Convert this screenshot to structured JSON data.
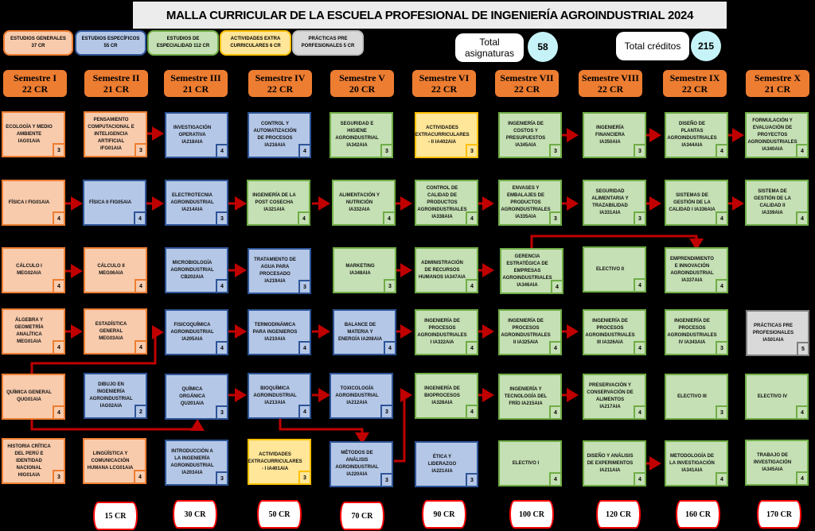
{
  "title": "MALLA CURRICULAR DE LA ESCUELA PROFESIONAL DE INGENIERÍA AGROINDUSTRIAL  2024",
  "legend": [
    {
      "label": "ESTUDIOS GENERALES 37 CR",
      "category": "gen",
      "color": "#f8cbad"
    },
    {
      "label": "ESTUDIOS ESPECÍFICOS 55 CR",
      "category": "esp",
      "color": "#b4c7e7"
    },
    {
      "label": "ESTUDIOS DE ESPECIALIDAD 112 CR",
      "category": "spc",
      "color": "#c5e0b4"
    },
    {
      "label": "ACTIVIDADES EXTRA CURRICULARES 6 CR",
      "category": "ext",
      "color": "#ffe699"
    },
    {
      "label": "PRÁCTICAS PRE PORFESIONALES 5 CR",
      "category": "pra",
      "color": "#d9d9d9"
    }
  ],
  "totals": {
    "subjects_label": "Total asignaturas",
    "subjects_value": "58",
    "credits_label": "Total créditos",
    "credits_value": "215"
  },
  "semesters": [
    {
      "name": "Semestre I",
      "credits": "22 CR"
    },
    {
      "name": "Semestre II",
      "credits": "21 CR"
    },
    {
      "name": "Semestre III",
      "credits": "21 CR"
    },
    {
      "name": "Semestre IV",
      "credits": "22 CR"
    },
    {
      "name": "Semestre V",
      "credits": "20 CR"
    },
    {
      "name": "Semestre VI",
      "credits": "22 CR"
    },
    {
      "name": "Semestre VII",
      "credits": "22 CR"
    },
    {
      "name": "Semestre VIII",
      "credits": "22 CR"
    },
    {
      "name": "Semestre IX",
      "credits": "22 CR"
    },
    {
      "name": "Semestre X",
      "credits": "21 CR"
    }
  ],
  "courses": [
    [
      {
        "name": "Ecología y Medio Ambiente IAG01AIA",
        "cr": "3",
        "cat": "gen"
      },
      {
        "name": "Física I FIG01AIA",
        "cr": "4",
        "cat": "gen"
      },
      {
        "name": "Cálculo I MEG02AIA",
        "cr": "4",
        "cat": "gen"
      },
      {
        "name": "Álgebra y Geometría Analítica MEG01AIA",
        "cr": "4",
        "cat": "gen"
      },
      {
        "name": "Química General QUG01AIA",
        "cr": "4",
        "cat": "gen"
      },
      {
        "name": "Historia Crítica del Perú e Identidad Nacional HIG01AIA",
        "cr": "3",
        "cat": "gen"
      }
    ],
    [
      {
        "name": "Pensamiento Computacional e Inteligencia Artificial IFG01AIA",
        "cr": "3",
        "cat": "gen"
      },
      {
        "name": "Física II FIG05AIA",
        "cr": "4",
        "cat": "esp"
      },
      {
        "name": "Cálculo II MEG06AIA",
        "cr": "4",
        "cat": "gen"
      },
      {
        "name": "Estadística General MEG03AIA",
        "cr": "4",
        "cat": "gen"
      },
      {
        "name": "Dibujo en Ingeniería Agroindustrial IAG02AIA",
        "cr": "2",
        "cat": "esp"
      },
      {
        "name": "Lingüística y Comunicación Humana LCG01AIA",
        "cr": "4",
        "cat": "gen"
      }
    ],
    [
      {
        "name": "Investigación Operativa IA218AIA",
        "cr": "4",
        "cat": "esp"
      },
      {
        "name": "Electrotecnia Agroindustrial IA214AIA",
        "cr": "3",
        "cat": "esp"
      },
      {
        "name": "Microbiología Agroindustrial CB202AIA",
        "cr": "4",
        "cat": "esp"
      },
      {
        "name": "Fisicoquímica Agroindustrial IA205AIA",
        "cr": "4",
        "cat": "esp"
      },
      {
        "name": "Química Orgánica QU201AIA",
        "cr": "3",
        "cat": "esp"
      },
      {
        "name": "Introducción a la Ingeniería Agroindustrial IA203AIA",
        "cr": "3",
        "cat": "esp"
      }
    ],
    [
      {
        "name": "Control y Automatización de Procesos IA216AIA",
        "cr": "4",
        "cat": "esp"
      },
      {
        "name": "Ingeniería de la Post Cosecha IA321AIA",
        "cr": "4",
        "cat": "spc"
      },
      {
        "name": "Tratamiento de Agua para Procesado IA219AIA",
        "cr": "3",
        "cat": "esp"
      },
      {
        "name": "Termodinámica para Ingenieros IA210AIA",
        "cr": "4",
        "cat": "esp"
      },
      {
        "name": "Bioquímica Agroindustrial IA213AIA",
        "cr": "4",
        "cat": "esp"
      },
      {
        "name": "Actividades Extracurriculares - I IA401AIA",
        "cr": "3",
        "cat": "ext"
      }
    ],
    [
      {
        "name": "Seguridad e Higiene Agroindustrial IA342AIA",
        "cr": "3",
        "cat": "spc"
      },
      {
        "name": "Alimentación y Nutrición IA332AIA",
        "cr": "4",
        "cat": "spc"
      },
      {
        "name": "Marketing IA348AIA",
        "cr": "3",
        "cat": "spc"
      },
      {
        "name": "Balance de Materia y Energía IA208AIA",
        "cr": "4",
        "cat": "esp"
      },
      {
        "name": "Toxicología Agroindustrial IA212AIA",
        "cr": "3",
        "cat": "esp"
      },
      {
        "name": "Métodos de Análisis Agroindustrial IA220AIA",
        "cr": "3",
        "cat": "esp"
      }
    ],
    [
      {
        "name": "Actividades Extracurriculares - II IA402AIA",
        "cr": "3",
        "cat": "ext"
      },
      {
        "name": "Control de Calidad de Productos Agroindustriales IA338AIA",
        "cr": "4",
        "cat": "spc"
      },
      {
        "name": "Administración de Recursos Humanos IA347AIA",
        "cr": "4",
        "cat": "spc"
      },
      {
        "name": "Ingeniería de Procesos Agroindustriales I IA322AIA",
        "cr": "4",
        "cat": "spc"
      },
      {
        "name": "Ingeniería de Bioprocesos IA328AIA",
        "cr": "4",
        "cat": "spc"
      },
      {
        "name": "Ética y Liderazgo IA221AIA",
        "cr": "3",
        "cat": "esp"
      }
    ],
    [
      {
        "name": "Ingeniería de Costos y Presupuestos IA345AIA",
        "cr": "3",
        "cat": "spc"
      },
      {
        "name": "Envases y Embalajes de Productos Agroindustriales IA335AIA",
        "cr": "3",
        "cat": "spc"
      },
      {
        "name": "Gerencia Estratégica de Empresas Agroindustriales IA346AIA",
        "cr": "4",
        "cat": "spc"
      },
      {
        "name": "Ingeniería de Procesos Agroindustriales II IA325AIA",
        "cr": "4",
        "cat": "spc"
      },
      {
        "name": "Ingeniería y Tecnología del Frío IA215AIA",
        "cr": "4",
        "cat": "spc"
      },
      {
        "name": "Electivo I",
        "cr": "4",
        "cat": "spc"
      }
    ],
    [
      {
        "name": "Ingeniería Financiera IA350AIA",
        "cr": "3",
        "cat": "spc"
      },
      {
        "name": "Seguridad Alimentaria y Trazabilidad IA331AIA",
        "cr": "3",
        "cat": "spc"
      },
      {
        "name": "Electivo II",
        "cr": "4",
        "cat": "spc"
      },
      {
        "name": "Ingeniería de Procesos Agroindustriales III IA326AIA",
        "cr": "4",
        "cat": "spc"
      },
      {
        "name": "Preservación y Conservación de Alimentos IA217AIA",
        "cr": "4",
        "cat": "spc"
      },
      {
        "name": "Diseño y Análisis de Experimentos IA211AIA",
        "cr": "4",
        "cat": "spc"
      }
    ],
    [
      {
        "name": "Diseño de Plantas Agroindustriales IA344AIA",
        "cr": "4",
        "cat": "spc"
      },
      {
        "name": "Sistemas de Gestión de la Calidad I IA336AIA",
        "cr": "4",
        "cat": "spc"
      },
      {
        "name": "Emprendimiento e Innovación Agroindustrial IA337AIA",
        "cr": "4",
        "cat": "spc"
      },
      {
        "name": "Ingeniería de Procesos Agroindustriales IV IA343AIA",
        "cr": "3",
        "cat": "spc"
      },
      {
        "name": "Electivo III",
        "cr": "3",
        "cat": "spc"
      },
      {
        "name": "Metodología de la Investigación IA341AIA",
        "cr": "4",
        "cat": "spc"
      }
    ],
    [
      {
        "name": "Formulación y Evaluación de Proyectos Agroindustriales IA340AIA",
        "cr": "4",
        "cat": "spc"
      },
      {
        "name": "Sistema de Gestión de la Calidad II IA339AIA",
        "cr": "4",
        "cat": "spc"
      },
      {
        "name": "",
        "cr": "",
        "cat": "none"
      },
      {
        "name": "Prácticas Pre Profesionales IA501AIA",
        "cr": "5",
        "cat": "pra"
      },
      {
        "name": "Electivo IV",
        "cr": "4",
        "cat": "spc"
      },
      {
        "name": "Trabajo de Investigación IA345AIA",
        "cr": "4",
        "cat": "spc"
      }
    ]
  ],
  "cumulative_credits": [
    "15 CR",
    "30 CR",
    "50 CR",
    "70 CR",
    "90 CR",
    "100 CR",
    "120 CR",
    "160 CR",
    "170 CR"
  ],
  "colors": {
    "arrow": "#c00000",
    "semester_header": "#ed7d31",
    "total_circle": "#c6f3f7"
  }
}
